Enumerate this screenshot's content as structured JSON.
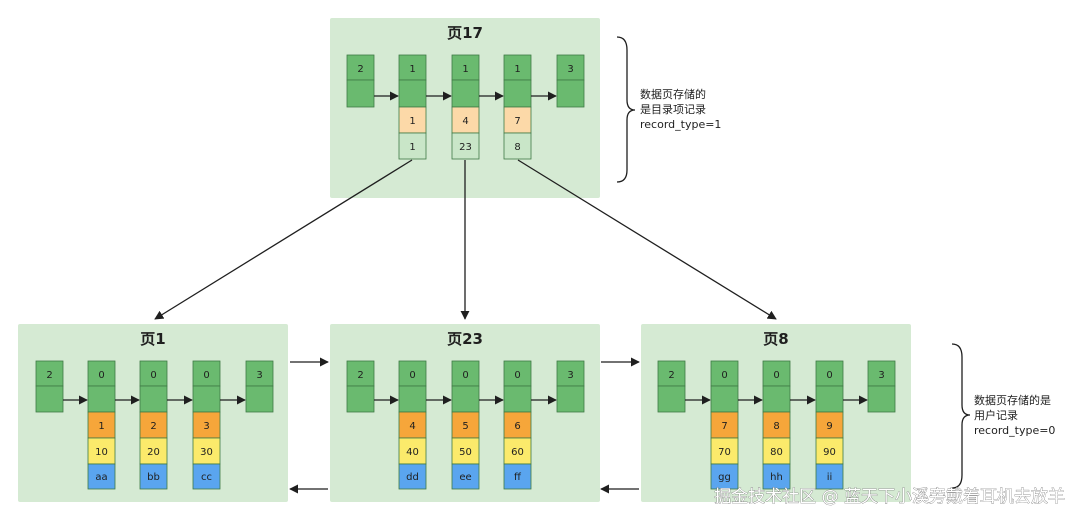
{
  "colors": {
    "page_bg": "#d5ead3",
    "cell_green": "#6aba6f",
    "cell_border": "#3f7a45",
    "dir_key": "#fcd9a8",
    "dir_ptr": "#c9e6c8",
    "user_key": "#f6a63a",
    "user_col1": "#fbea6b",
    "user_col2": "#5aa5ef",
    "line": "#1f1f1f"
  },
  "top_page": {
    "title": "页17",
    "head_labels": [
      "2",
      "1",
      "1",
      "1",
      "3"
    ],
    "rows": [
      {
        "key": "1",
        "ptr": "1"
      },
      {
        "key": "4",
        "ptr": "23"
      },
      {
        "key": "7",
        "ptr": "8"
      }
    ],
    "annotation": [
      "数据页存储的",
      "是目录项记录",
      "record_type=1"
    ]
  },
  "leaf_pages": [
    {
      "title": "页1",
      "head_labels": [
        "2",
        "0",
        "0",
        "0",
        "3"
      ],
      "rows": [
        {
          "key": "1",
          "c1": "10",
          "c2": "aa"
        },
        {
          "key": "2",
          "c1": "20",
          "c2": "bb"
        },
        {
          "key": "3",
          "c1": "30",
          "c2": "cc"
        }
      ]
    },
    {
      "title": "页23",
      "head_labels": [
        "2",
        "0",
        "0",
        "0",
        "3"
      ],
      "rows": [
        {
          "key": "4",
          "c1": "40",
          "c2": "dd"
        },
        {
          "key": "5",
          "c1": "50",
          "c2": "ee"
        },
        {
          "key": "6",
          "c1": "60",
          "c2": "ff"
        }
      ]
    },
    {
      "title": "页8",
      "head_labels": [
        "2",
        "0",
        "0",
        "0",
        "3"
      ],
      "rows": [
        {
          "key": "7",
          "c1": "70",
          "c2": "gg"
        },
        {
          "key": "8",
          "c1": "80",
          "c2": "hh"
        },
        {
          "key": "9",
          "c1": "90",
          "c2": "ii"
        }
      ]
    }
  ],
  "leaf_annotation": [
    "数据页存储的是",
    "用户记录",
    "record_type=0"
  ],
  "watermark": "掘金技术社区 @ 蓝天下小溪旁戴着耳机去放羊"
}
